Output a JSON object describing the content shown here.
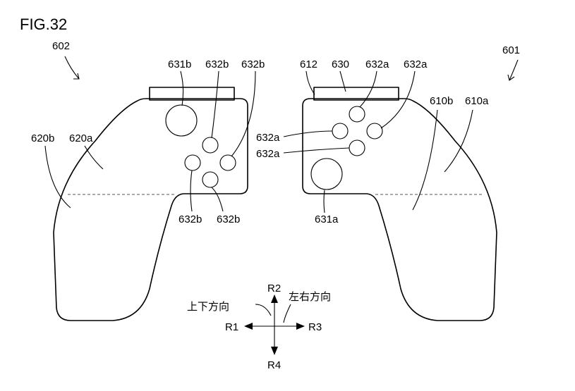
{
  "figure_title": "FIG.32",
  "labels": {
    "ref_602": "602",
    "ref_601": "601",
    "ref_631b": "631b",
    "ref_632b_1": "632b",
    "ref_632b_2": "632b",
    "ref_632b_3": "632b",
    "ref_632b_4": "632b",
    "ref_620b": "620b",
    "ref_620a": "620a",
    "ref_612": "612",
    "ref_630": "630",
    "ref_632a_1": "632a",
    "ref_632a_2": "632a",
    "ref_632a_3": "632a",
    "ref_632a_4": "632a",
    "ref_610b": "610b",
    "ref_610a": "610a",
    "ref_631a": "631a"
  },
  "direction_diagram": {
    "r1": "R1",
    "r2": "R2",
    "r3": "R3",
    "r4": "R4",
    "vertical_label": "上下方向",
    "horizontal_label": "左右方向"
  }
}
